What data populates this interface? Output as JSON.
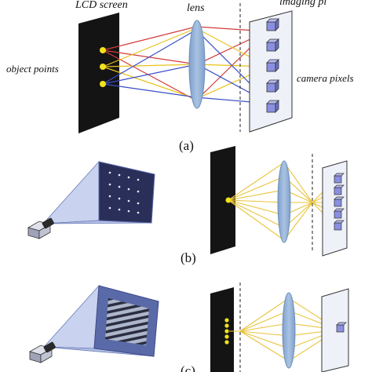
{
  "labels": {
    "lcd_screen": "LCD screen",
    "lens": "lens",
    "imaging_plane_partial": "imaging pl",
    "object_points": "object points",
    "camera_pixels": "camera pixels",
    "panel_a": "(a)",
    "panel_b": "(b)",
    "panel_c": "(c)"
  },
  "colors": {
    "screen": "#141414",
    "lens": "#8fb0d6",
    "lens_edge": "#6f90b8",
    "ray_red": "#d23b3b",
    "ray_yellow": "#e9c21a",
    "ray_blue": "#3a4ec8",
    "ray_gold": "#e9c33a",
    "point": "#f2e21a",
    "plane_fill": "#eef2f8",
    "pixel": "#8a8fe0",
    "monitor_fill": "#9aa6d6",
    "fringe_dark": "#2a2e40",
    "fringe_light": "#aeb6cc"
  }
}
